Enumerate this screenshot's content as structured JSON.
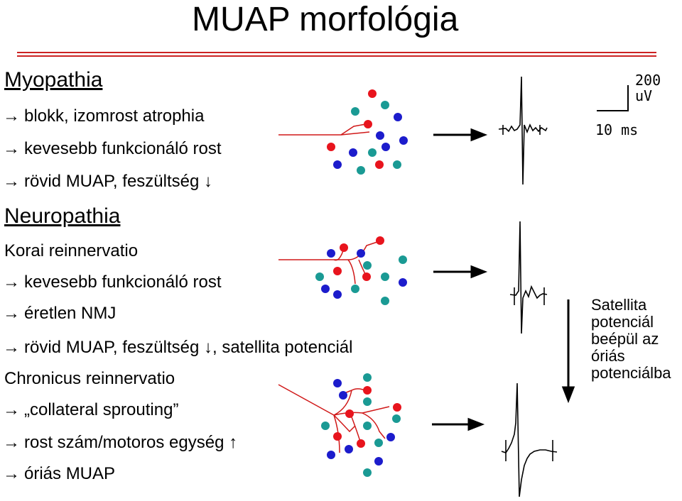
{
  "title": "MUAP morfológia",
  "myopathia": {
    "heading": "Myopathia",
    "items": [
      "blokk, izomrost atrophia",
      "kevesebb funkcionáló rost",
      "rövid MUAP, feszültség"
    ]
  },
  "neuropathia": {
    "heading": "Neuropathia",
    "subheading": "Korai reinnervatio",
    "items": [
      "kevesebb funkcionáló rost",
      "éretlen NMJ",
      "rövid MUAP, feszültség",
      ", satellita potenciál"
    ]
  },
  "chronicus": {
    "subheading": "Chronicus reinnervatio",
    "items": [
      "„collateral sprouting”",
      "rost szám/motoros egység",
      "óriás MUAP"
    ]
  },
  "scale": {
    "voltage": "200",
    "voltage_unit": "uV",
    "time": "10 ms"
  },
  "note": "Satellita potenciál beépül az óriás potenciálba",
  "colors": {
    "red": "#e8141d",
    "blue": "#1c1ccc",
    "teal": "#1a9a94",
    "nerve": "#d01818",
    "rule": "#cc2222"
  },
  "icons": [
    "right-arrow-icon",
    "down-arrow-icon",
    "up-arrow-icon"
  ]
}
